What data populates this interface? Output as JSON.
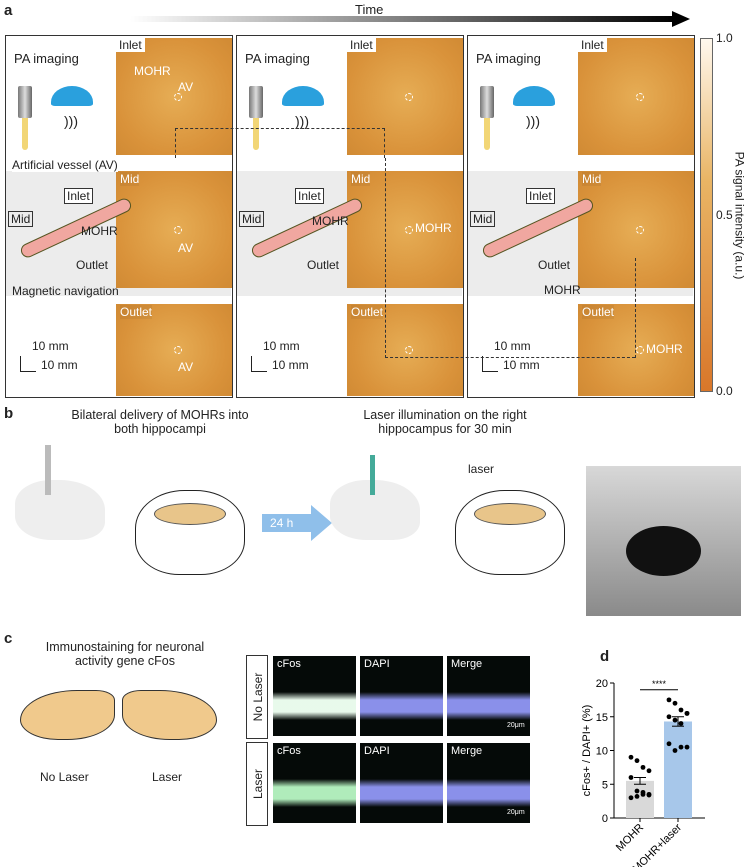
{
  "panel_a": {
    "label": "a",
    "time": "Time",
    "pa_imaging": "PA imaging",
    "inlet": "Inlet",
    "mid": "Mid",
    "outlet": "Outlet",
    "mohr": "MOHR",
    "av": "AV",
    "artificial_vessel": "Artificial vessel (AV)",
    "magnetic_navigation": "Magnetic navigation",
    "scale_y": "10 mm",
    "scale_x": "10 mm",
    "colorbar": {
      "max": "1.0",
      "mid": "0.5",
      "min": "0.0",
      "label": "PA signal intensity (a.u.)",
      "low_color": "#d9772a",
      "high_color": "#fff8ee"
    }
  },
  "panel_b": {
    "label": "b",
    "step1": "Bilateral delivery of MOHRs into both hippocampi",
    "arrow": "24 h",
    "step2": "Laser illumination on the right hippocampus for 30 min",
    "laser": "laser"
  },
  "panel_c": {
    "label": "c",
    "title": "Immunostaining for neuronal activity gene cFos",
    "no_laser": "No Laser",
    "laser": "Laser",
    "channels": [
      "cFos",
      "DAPI",
      "Merge"
    ],
    "scalebar": "20μm"
  },
  "chart_data": {
    "type": "bar",
    "label": "d",
    "categories": [
      "MOHR",
      "MOHR+laser"
    ],
    "values": [
      5.5,
      14.3
    ],
    "sem": [
      0.5,
      0.7
    ],
    "points": [
      [
        9,
        8.5,
        7.5,
        7,
        6,
        4,
        3.5,
        3.5,
        3,
        3.2,
        3.8,
        3.4
      ],
      [
        17.5,
        17,
        16,
        15.5,
        15,
        14.5,
        14,
        10.5,
        11,
        10,
        10.5,
        15.5
      ]
    ],
    "colors": [
      "#d9d9d9",
      "#a7c7ea"
    ],
    "ylabel": "cFos+ / DAPI+ (%)",
    "ylim": [
      0,
      20
    ],
    "yticks": [
      "0",
      "5",
      "10",
      "15",
      "20"
    ],
    "significance": "****"
  }
}
